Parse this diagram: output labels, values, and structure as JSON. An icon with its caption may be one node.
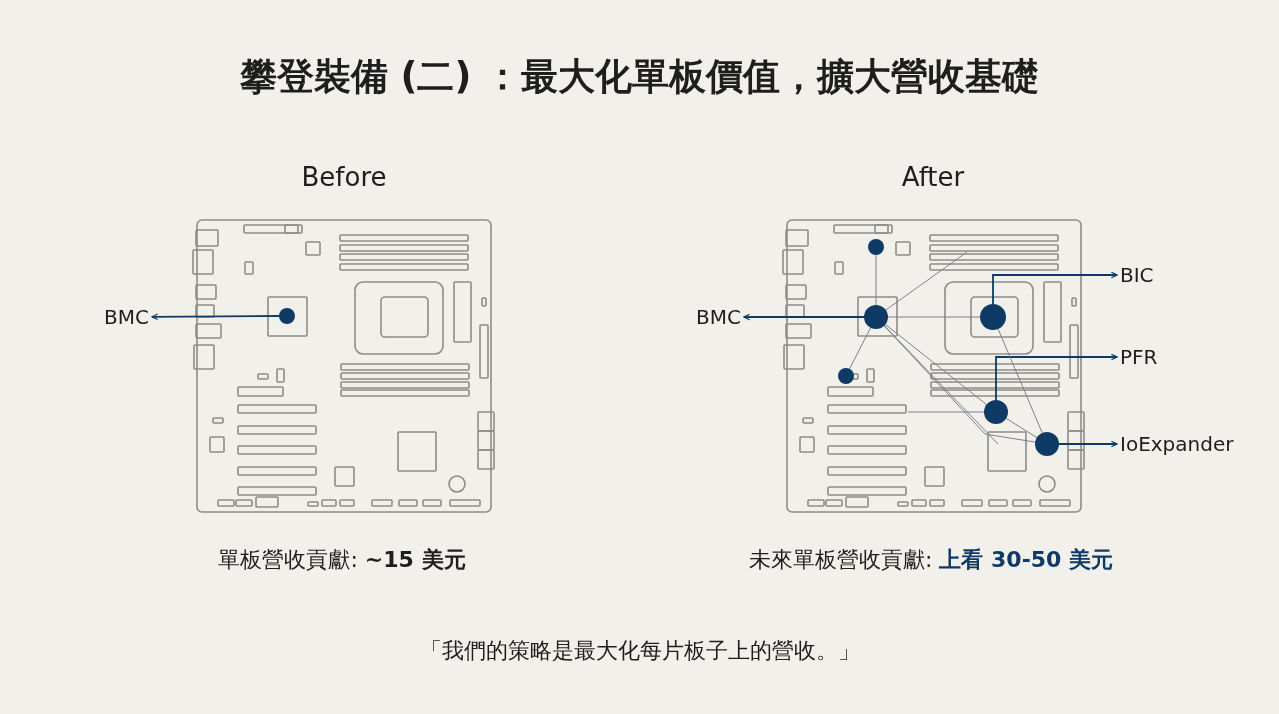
{
  "diagram": {
    "title": "攀登裝備 (二) ：最大化單板價值，擴大營收基礎",
    "nodes": [
      {
        "text": [
          "BMC"
        ]
      },
      {
        "text": [],
        "shape": "circle"
      },
      {
        "text": [
          "BMC"
        ]
      },
      {
        "text": [
          "BIC"
        ]
      },
      {
        "text": [
          "PFR"
        ]
      },
      {
        "text": [
          "IoExpander"
        ]
      },
      {
        "text": [],
        "shape": "circle"
      },
      {
        "text": [],
        "shape": "circle"
      },
      {
        "text": [],
        "shape": "circle"
      },
      {
        "text": [],
        "shape": "circle"
      },
      {
        "text": [],
        "shape": "circle"
      },
      {
        "text": [],
        "shape": "circle"
      }
    ],
    "edges": [
      {
        "from": 1,
        "to": 0,
        "arrow": "to",
        "color": "#0f3a66"
      },
      {
        "from": 7,
        "to": 2,
        "arrow": "to",
        "color": "#0f3a66"
      },
      {
        "from": 8,
        "to": 3,
        "arrow": "to",
        "color": "#0f3a66"
      },
      {
        "from": 10,
        "to": 4,
        "arrow": "to",
        "color": "#0f3a66"
      },
      {
        "from": 11,
        "to": 5,
        "arrow": "to",
        "color": "#0f3a66"
      },
      {
        "from": 7,
        "to": 6,
        "arrow": "none"
      },
      {
        "from": 7,
        "to": 8,
        "arrow": "none"
      },
      {
        "from": 7,
        "to": 9,
        "arrow": "none"
      },
      {
        "from": 7,
        "to": 10,
        "arrow": "none"
      },
      {
        "from": 7,
        "to": 11,
        "arrow": "none"
      },
      {
        "from": 10,
        "to": 11,
        "arrow": "none"
      },
      {
        "from": 8,
        "to": 11,
        "arrow": "none"
      }
    ],
    "labels": [
      "Before",
      "After",
      "單板營收貢獻: **~15 美元**",
      "未來單板營收貢獻: **上看 30-50 美元**",
      "「我們的策略是最大化每片板子上的營收。」"
    ]
  }
}
